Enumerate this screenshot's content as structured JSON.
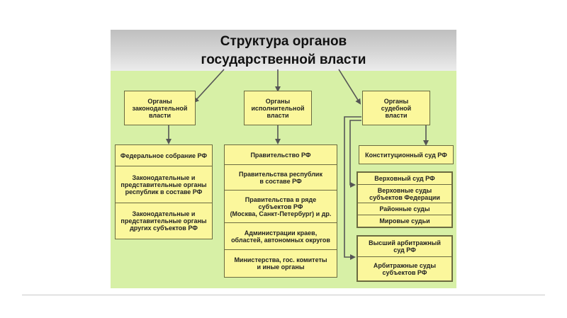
{
  "title": {
    "line1": "Структура органов",
    "line2": "государственной власти"
  },
  "branches": {
    "legislative": "Органы\nзаконодательной\nвласти",
    "executive": "Органы\nисполнительной\nвласти",
    "judicial": "Органы\nсудебной\nвласти"
  },
  "legislative_items": [
    "Федеральное собрание РФ",
    "Законодательные и\nпредставительные органы\nреспублик в составе РФ",
    "Законодательные и\nпредставительные органы\nдругих субъектов РФ"
  ],
  "executive_items": [
    "Правительство РФ",
    "Правительства республик\nв составе РФ",
    "Правительства в ряде\nсубъектов РФ\n(Москва, Санкт-Петербург) и др.",
    "Администрации краев,\nобластей, автономных округов",
    "Министерства, гос. комитеты\nи иные органы"
  ],
  "judicial": {
    "constitutional": "Конституционный суд РФ",
    "general_courts": [
      "Верховный суд РФ",
      "Верховные суды\nсубъектов Федерации",
      "Районные суды",
      "Мировые судьи"
    ],
    "arbitration_courts": [
      "Высший арбитражный\nсуд РФ",
      "Арбитражные суды\nсубъектов РФ"
    ]
  },
  "colors": {
    "background": "#d7f0a6",
    "box_fill": "#fbf79c",
    "arrow": "#555555"
  }
}
